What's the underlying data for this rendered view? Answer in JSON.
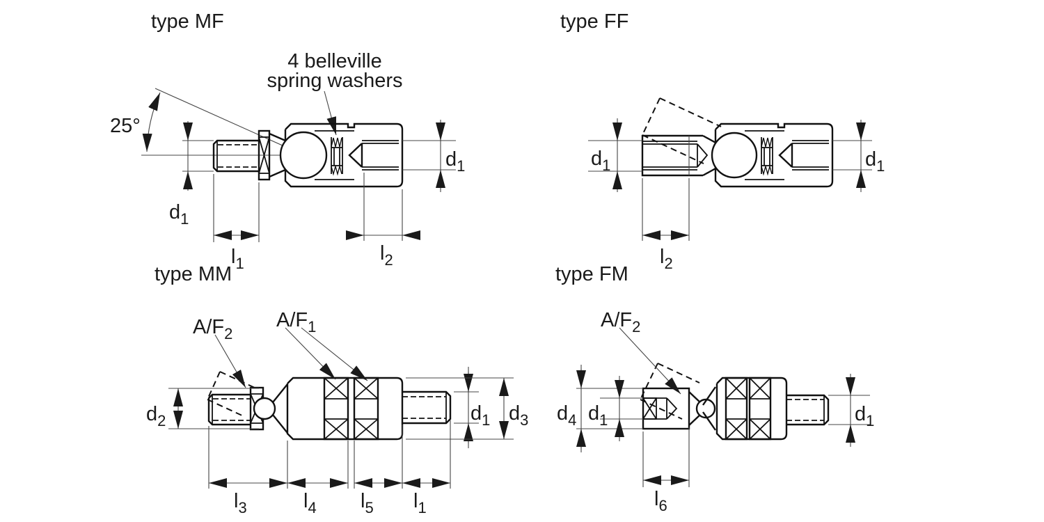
{
  "colors": {
    "ink": "#1a1a1a",
    "background": "#ffffff",
    "thin_line": "#444444"
  },
  "panels": {
    "mf": {
      "title": "type MF",
      "note_line1": "4 belleville",
      "note_line2": "spring washers",
      "angle_label": "25°",
      "dims": {
        "d1_left": {
          "base": "d",
          "sub": "1"
        },
        "d1_right": {
          "base": "d",
          "sub": "1"
        },
        "l1": {
          "base": "l",
          "sub": "1"
        },
        "l2": {
          "base": "l",
          "sub": "2"
        }
      }
    },
    "ff": {
      "title": "type FF",
      "dims": {
        "d1_left": {
          "base": "d",
          "sub": "1"
        },
        "d1_right": {
          "base": "d",
          "sub": "1"
        },
        "l2": {
          "base": "l",
          "sub": "2"
        }
      }
    },
    "mm": {
      "title": "type MM",
      "callouts": {
        "af2": {
          "base": "A/F",
          "sub": "2"
        },
        "af1": {
          "base": "A/F",
          "sub": "1"
        }
      },
      "dims": {
        "d2": {
          "base": "d",
          "sub": "2"
        },
        "d1": {
          "base": "d",
          "sub": "1"
        },
        "d3": {
          "base": "d",
          "sub": "3"
        },
        "l3": {
          "base": "l",
          "sub": "3"
        },
        "l4": {
          "base": "l",
          "sub": "4"
        },
        "l5": {
          "base": "l",
          "sub": "5"
        },
        "l1": {
          "base": "l",
          "sub": "1"
        }
      }
    },
    "fm": {
      "title": "type FM",
      "callouts": {
        "af2": {
          "base": "A/F",
          "sub": "2"
        }
      },
      "dims": {
        "d4": {
          "base": "d",
          "sub": "4"
        },
        "d1_left": {
          "base": "d",
          "sub": "1"
        },
        "d1_right": {
          "base": "d",
          "sub": "1"
        },
        "l6": {
          "base": "l",
          "sub": "6"
        }
      }
    }
  }
}
